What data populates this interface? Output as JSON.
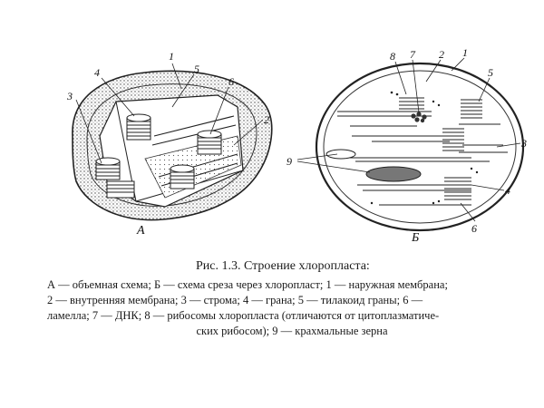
{
  "labels_a": {
    "l1": "1",
    "l2": "2",
    "l3": "3",
    "l4": "4",
    "l5": "5",
    "l6": "6",
    "panel": "А"
  },
  "labels_b": {
    "l1": "1",
    "l2": "2",
    "l3": "3",
    "l4": "4",
    "l5": "5",
    "l6": "6",
    "l7": "7",
    "l8": "8",
    "l9": "9",
    "panel": "Б"
  },
  "caption": "Рис. 1.3. Строение хлоропласта:",
  "legend": {
    "line1": "А — объемная схема; Б — схема среза через хлоропласт; 1 — наружная мембрана;",
    "line2": "2 — внутренняя мембрана; 3 — строма; 4 — грана; 5 — тилакоид граны; 6 —",
    "line3": "ламелла; 7 — ДНК; 8 — рибосомы хлоропласта (отличаются от цитоплазматиче-",
    "line4": "ских рибосом); 9 — крахмальные зерна"
  }
}
